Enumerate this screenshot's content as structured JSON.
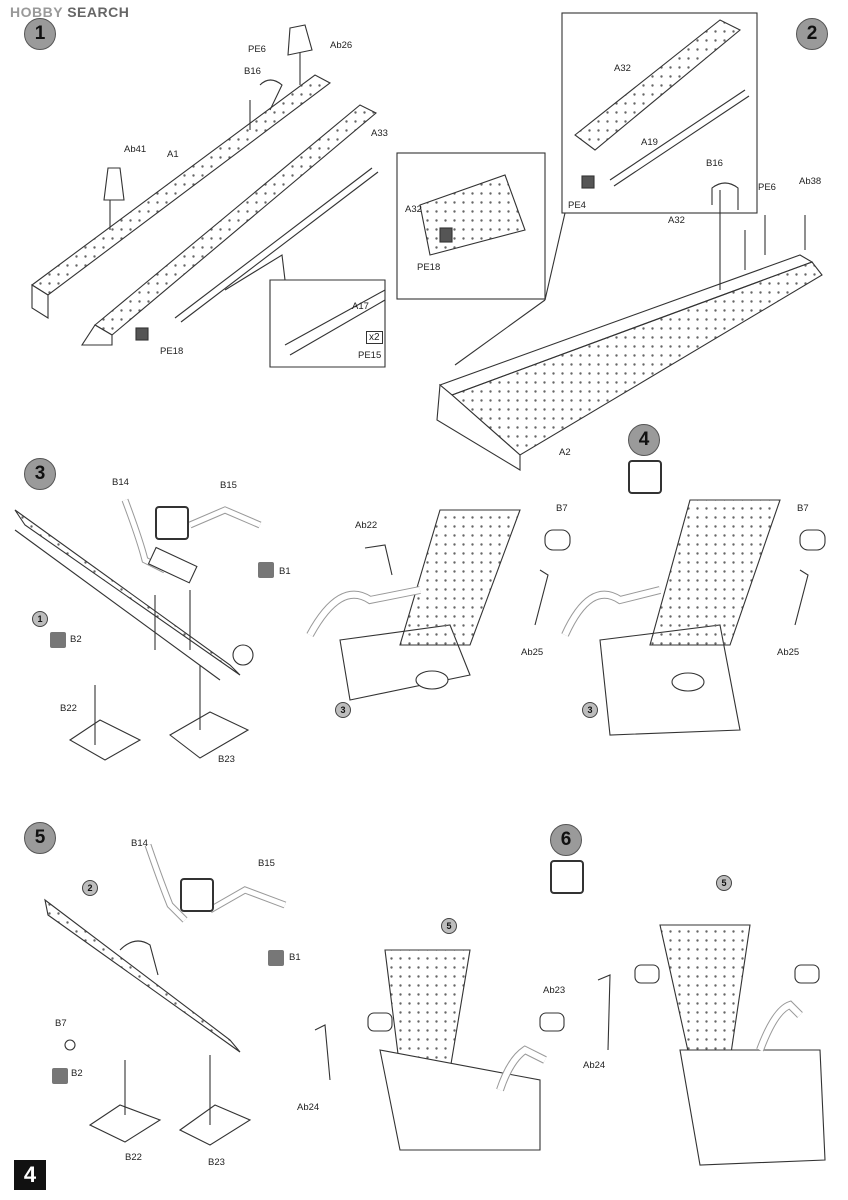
{
  "header": {
    "brand_logo": "HOBBY",
    "brand_word": "SEARCH"
  },
  "page_number": "4",
  "steps": [
    {
      "number": "1",
      "labels": [
        "PE6",
        "Ab26",
        "B16",
        "A33",
        "Ab41",
        "A1",
        "PE18",
        "A17",
        "PE15"
      ],
      "multiplier": "2"
    },
    {
      "number": "2",
      "labels": [
        "A32",
        "A19",
        "PE4",
        "B16",
        "PE6",
        "Ab38",
        "A32",
        "PE18",
        "A32",
        "A2"
      ]
    },
    {
      "number": "3",
      "labels": [
        "B14",
        "B15",
        "B1",
        "B2",
        "B22",
        "B23"
      ],
      "ref": "1"
    },
    {
      "number": "4",
      "labels": [
        "Ab22",
        "B7",
        "Ab25",
        "B7",
        "Ab25"
      ],
      "ref": "3"
    },
    {
      "number": "5",
      "labels": [
        "B14",
        "B15",
        "B1",
        "B7",
        "B2",
        "B22",
        "B23"
      ],
      "ref": "2"
    },
    {
      "number": "6",
      "labels": [
        "Ab23",
        "Ab24",
        "Ab24"
      ],
      "ref": "5"
    }
  ]
}
